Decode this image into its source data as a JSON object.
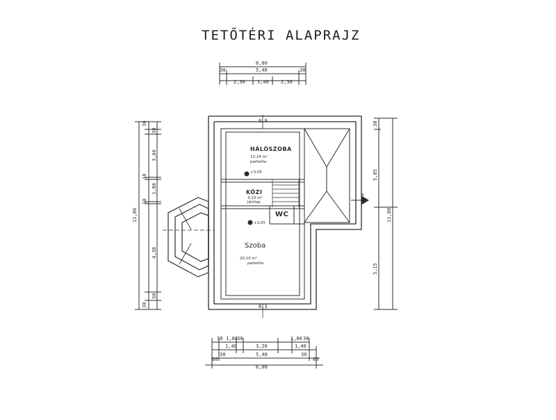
{
  "title": "TETŐTÉRI   ALAPRAJZ",
  "rooms": {
    "bedroom": {
      "name": "HÁLÓSZOBA",
      "area": "10,24 m²",
      "floor": "parketta"
    },
    "hall": {
      "name": "KÖZI",
      "area": "3,10 m²",
      "floor": "járólap"
    },
    "wc": {
      "name": "WC"
    },
    "living": {
      "name": "Szoba",
      "area": "20,10 m²",
      "floor": "parketta"
    }
  },
  "levels": {
    "top": "+3,05",
    "mid": "+3,05"
  },
  "north_marker": {
    "label": "A"
  },
  "dimensions": {
    "top_total": "6,00",
    "top_inner": "5,40",
    "top_edge_left": "30",
    "top_edge_right": "30",
    "top_seg_1": "2,30",
    "top_seg_2": "1,40",
    "top_seg_3": "2,30",
    "left_total": "11,00",
    "left_1": "30",
    "left_2": "30",
    "left_3": "3,60",
    "left_4": "10",
    "left_5": "1,80",
    "left_6": "10",
    "left_7": "4,30",
    "left_8": "30",
    "left_9": "30",
    "right_total": "11,00",
    "right_1": "30",
    "right_2": "5,85",
    "right_3": "5,15",
    "bottom_seg_1": "30",
    "bottom_seg_2": "1,00",
    "bottom_seg_3": "30",
    "bottom_seg_4": "1,40",
    "bottom_seg_5": "3,20",
    "bottom_seg_6": "1,40",
    "bottom_seg_7": "1,00",
    "bottom_seg_8": "30",
    "bottom_inner": "5,40",
    "bottom_edge_left": "30",
    "bottom_edge_right": "30",
    "bottom_total": "6,00",
    "bottom_lead_left": "60",
    "bottom_lead_right": "60",
    "axis_top": "9,9",
    "axis_bottom": "8,3"
  }
}
